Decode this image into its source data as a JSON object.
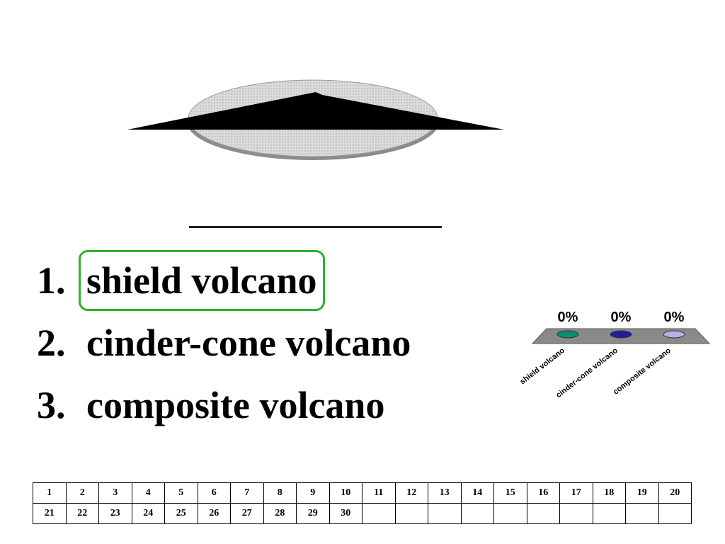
{
  "question": {
    "choices": [
      {
        "number": "1.",
        "label": "shield volcano",
        "selected": true
      },
      {
        "number": "2.",
        "label": "cinder-cone volcano",
        "selected": false
      },
      {
        "number": "3.",
        "label": "composite volcano",
        "selected": false
      }
    ]
  },
  "chart_data": {
    "type": "bar",
    "categories": [
      "shield volcano",
      "cinder-cone volcano",
      "composite volcano"
    ],
    "values": [
      0,
      0,
      0
    ],
    "data_labels": [
      "0%",
      "0%",
      "0%"
    ],
    "colors": [
      "#0d8f6e",
      "#1f1f9e",
      "#b8b0e8"
    ],
    "title": "",
    "xlabel": "",
    "ylabel": ""
  },
  "grid": {
    "rows": [
      [
        "1",
        "2",
        "3",
        "4",
        "5",
        "6",
        "7",
        "8",
        "9",
        "10",
        "11",
        "12",
        "13",
        "14",
        "15",
        "16",
        "17",
        "18",
        "19",
        "20"
      ],
      [
        "21",
        "22",
        "23",
        "24",
        "25",
        "26",
        "27",
        "28",
        "29",
        "30",
        "",
        "",
        "",
        "",
        "",
        "",
        "",
        "",
        "",
        ""
      ]
    ]
  },
  "colors": {
    "selection_outline": "#2db12d",
    "chart_floor": "#8a8a8a"
  }
}
